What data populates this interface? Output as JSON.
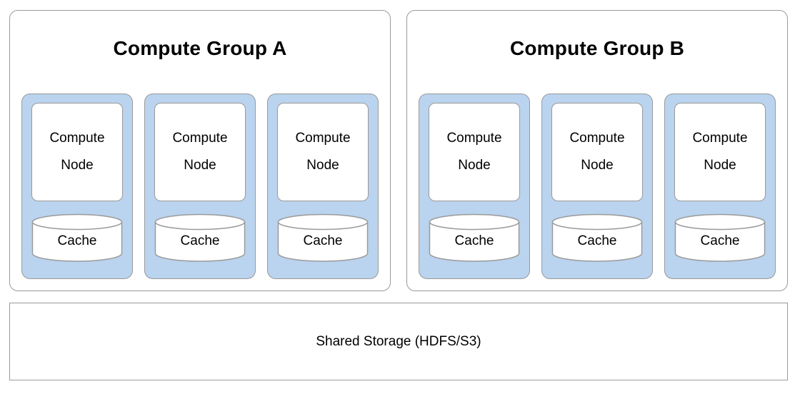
{
  "diagram": {
    "title_visible": false,
    "colors": {
      "node_shell_fill": "#bad3ee",
      "box_stroke": "#9a9a9a",
      "card_fill": "#ffffff",
      "background": "#ffffff",
      "text": "#000000"
    },
    "groups": [
      {
        "id": "group-a",
        "title": "Compute Group A",
        "nodes": [
          {
            "node_label_line1": "Compute",
            "node_label_line2": "Node",
            "cache_label": "Cache"
          },
          {
            "node_label_line1": "Compute",
            "node_label_line2": "Node",
            "cache_label": "Cache"
          },
          {
            "node_label_line1": "Compute",
            "node_label_line2": "Node",
            "cache_label": "Cache"
          }
        ]
      },
      {
        "id": "group-b",
        "title": "Compute Group B",
        "nodes": [
          {
            "node_label_line1": "Compute",
            "node_label_line2": "Node",
            "cache_label": "Cache"
          },
          {
            "node_label_line1": "Compute",
            "node_label_line2": "Node",
            "cache_label": "Cache"
          },
          {
            "node_label_line1": "Compute",
            "node_label_line2": "Node",
            "cache_label": "Cache"
          }
        ]
      }
    ],
    "shared_storage": {
      "label": "Shared Storage (HDFS/S3)"
    }
  }
}
